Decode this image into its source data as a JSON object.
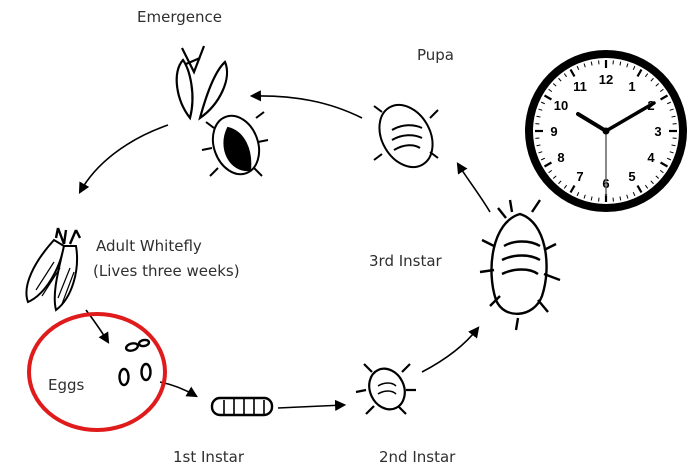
{
  "labels": {
    "emergence": "Emergence",
    "pupa": "Pupa",
    "adult_line1": "Adult Whitefly",
    "adult_line2": "(Lives three weeks)",
    "third_instar": "3rd Instar",
    "eggs": "Eggs",
    "first_instar": "1st Instar",
    "second_instar": "2nd Instar"
  },
  "clock": {
    "numbers": [
      "12",
      "1",
      "2",
      "3",
      "4",
      "5",
      "6",
      "7",
      "8",
      "9",
      "10",
      "11"
    ]
  },
  "colors": {
    "ink": "#000000",
    "text": "#2f2f2f",
    "highlight_circle": "#e01b1b"
  }
}
